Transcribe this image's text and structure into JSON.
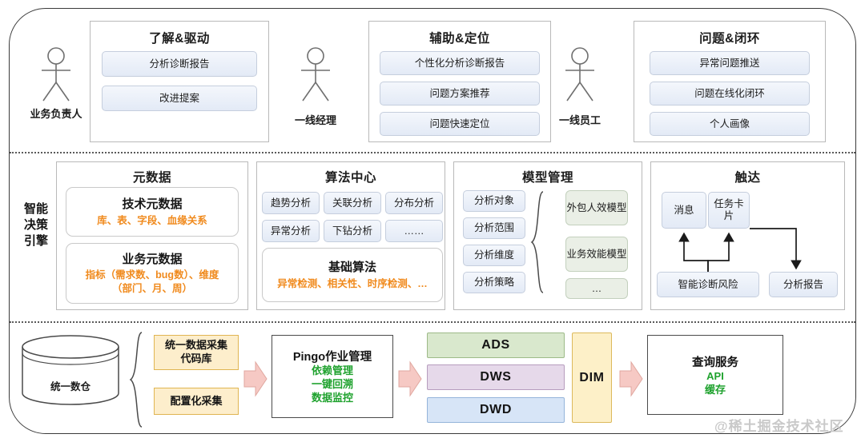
{
  "diagram": {
    "watermark": "@稀土掘金技术社区",
    "engine_label": "智能\n决策\n引擎",
    "engine_label_lines": [
      "智能",
      "决策",
      "引擎"
    ]
  },
  "top_row": {
    "actors": [
      {
        "name": "业务负责人",
        "icon": "person-icon"
      },
      {
        "name": "一线经理",
        "icon": "person-icon"
      },
      {
        "name": "一线员工",
        "icon": "person-icon"
      }
    ],
    "groups": [
      {
        "title": "了解&驱动",
        "items": [
          "分析诊断报告",
          "改进提案"
        ]
      },
      {
        "title": "辅助&定位",
        "items": [
          "个性化分析诊断报告",
          "问题方案推荐",
          "问题快速定位"
        ]
      },
      {
        "title": "问题&闭环",
        "items": [
          "异常问题推送",
          "问题在线化闭环",
          "个人画像"
        ]
      }
    ]
  },
  "middle_row": {
    "metadata": {
      "title": "元数据",
      "cards": [
        {
          "title": "技术元数据",
          "sub": "库、表、字段、血缘关系"
        },
        {
          "title": "业务元数据",
          "sub_line1": "指标（需求数、bug数）、维度",
          "sub_line2": "（部门、月、周）"
        }
      ]
    },
    "algorithm": {
      "title": "算法中心",
      "pills": [
        "趋势分析",
        "关联分析",
        "分布分析",
        "异常分析",
        "下钻分析",
        "……"
      ],
      "base": {
        "title": "基础算法",
        "sub": "异常检测、相关性、时序检测、…"
      }
    },
    "model": {
      "title": "模型管理",
      "left_pills": [
        "分析对象",
        "分析范围",
        "分析维度",
        "分析策略"
      ],
      "right_pills": [
        "外包人效模型",
        "业务效能模型",
        "…"
      ],
      "brace": "curly-brace-icon"
    },
    "reach": {
      "title": "触达",
      "nodes": [
        "消息",
        "任务卡片",
        "智能诊断风险",
        "分析报告"
      ]
    }
  },
  "bottom_row": {
    "warehouse": {
      "label": "统一数仓",
      "icon": "database-cylinder-icon"
    },
    "brace": "curly-brace-icon",
    "collect": [
      {
        "line1": "统一数据采集",
        "line2": "代码库"
      },
      {
        "line1": "配置化采集",
        "line2": ""
      }
    ],
    "arrows": [
      "arrow-right-icon",
      "arrow-right-icon"
    ],
    "pingo": {
      "title": "Pingo作业管理",
      "lines": [
        "依赖管理",
        "一键回溯",
        "数据监控"
      ]
    },
    "layers": [
      {
        "label": "ADS",
        "color": "#d9e8cd"
      },
      {
        "label": "DWS",
        "color": "#e6d9ea"
      },
      {
        "label": "DWD",
        "color": "#d7e5f7"
      }
    ],
    "dim": {
      "label": "DIM",
      "color": "#fdf0c8"
    },
    "query": {
      "title": "查询服务",
      "lines": [
        "API",
        "缓存"
      ]
    }
  },
  "colors": {
    "pill_blue_top": "#f4f7fc",
    "pill_blue_bottom": "#e3eaf6",
    "orange_text": "#f08a1d",
    "green_text": "#1fa22e",
    "green_pill": "#eaefe6",
    "yellow_box": "#fdeecc",
    "arrow_pink": "#f6c9c4",
    "border_gray": "#b9b9b9"
  }
}
